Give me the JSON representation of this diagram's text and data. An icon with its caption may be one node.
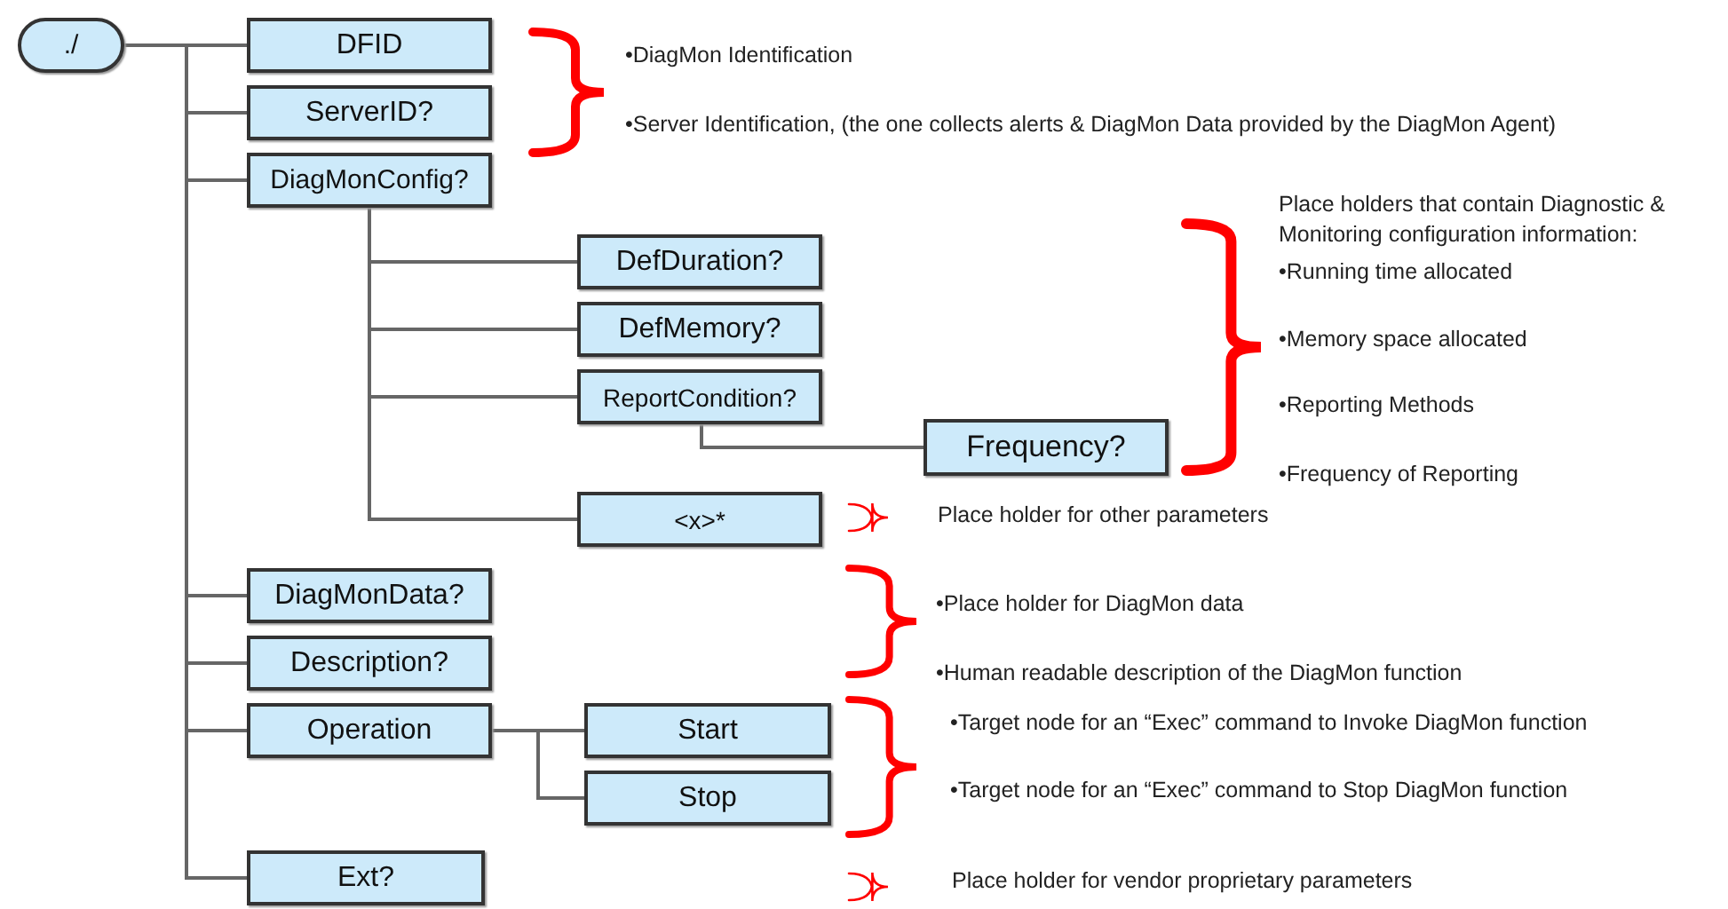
{
  "diagram": {
    "nodes": [
      {
        "text": [
          "./"
        ]
      },
      {
        "text": [
          "DFID"
        ]
      },
      {
        "text": [
          "ServerID?"
        ]
      },
      {
        "text": [
          "DiagMonConfig?"
        ]
      },
      {
        "text": [
          "DefDuration?"
        ]
      },
      {
        "text": [
          "DefMemory?"
        ]
      },
      {
        "text": [
          "ReportCondition?"
        ]
      },
      {
        "text": [
          "Frequency?"
        ]
      },
      {
        "text": [
          "<x>*"
        ]
      },
      {
        "text": [
          "DiagMonData?"
        ]
      },
      {
        "text": [
          "Description?"
        ]
      },
      {
        "text": [
          "Operation"
        ]
      },
      {
        "text": [
          "Start"
        ]
      },
      {
        "text": [
          "Stop"
        ]
      },
      {
        "text": [
          "Ext?"
        ]
      }
    ],
    "edges": [
      {
        "from": 0,
        "to": 1,
        "arrow": "none"
      },
      {
        "from": 0,
        "to": 2,
        "arrow": "none"
      },
      {
        "from": 0,
        "to": 3,
        "arrow": "none"
      },
      {
        "from": 3,
        "to": 4,
        "arrow": "none"
      },
      {
        "from": 3,
        "to": 5,
        "arrow": "none"
      },
      {
        "from": 3,
        "to": 6,
        "arrow": "none"
      },
      {
        "from": 6,
        "to": 7,
        "arrow": "none"
      },
      {
        "from": 3,
        "to": 8,
        "arrow": "none"
      },
      {
        "from": 0,
        "to": 9,
        "arrow": "none"
      },
      {
        "from": 0,
        "to": 10,
        "arrow": "none"
      },
      {
        "from": 0,
        "to": 11,
        "arrow": "none"
      },
      {
        "from": 11,
        "to": 12,
        "arrow": "none"
      },
      {
        "from": 11,
        "to": 13,
        "arrow": "none"
      },
      {
        "from": 0,
        "to": 14,
        "arrow": "none"
      }
    ],
    "labels": [
      "•DiagMon Identification",
      "•Server Identification, (the one collects alerts & DiagMon Data provided by the DiagMon Agent)",
      "Place holders that contain Diagnostic & Monitoring configuration information:",
      "•Running time allocated",
      "•Memory space allocated",
      "•Reporting Methods",
      "•Frequency of Reporting",
      "Place holder for other parameters",
      "•Place holder for DiagMon data",
      "•Human readable description of the DiagMon function",
      "•Target node for an “Exec” command to Invoke DiagMon function",
      "•Target node for an “Exec” command to Stop DiagMon function",
      "Place holder for vendor proprietary parameters"
    ]
  }
}
